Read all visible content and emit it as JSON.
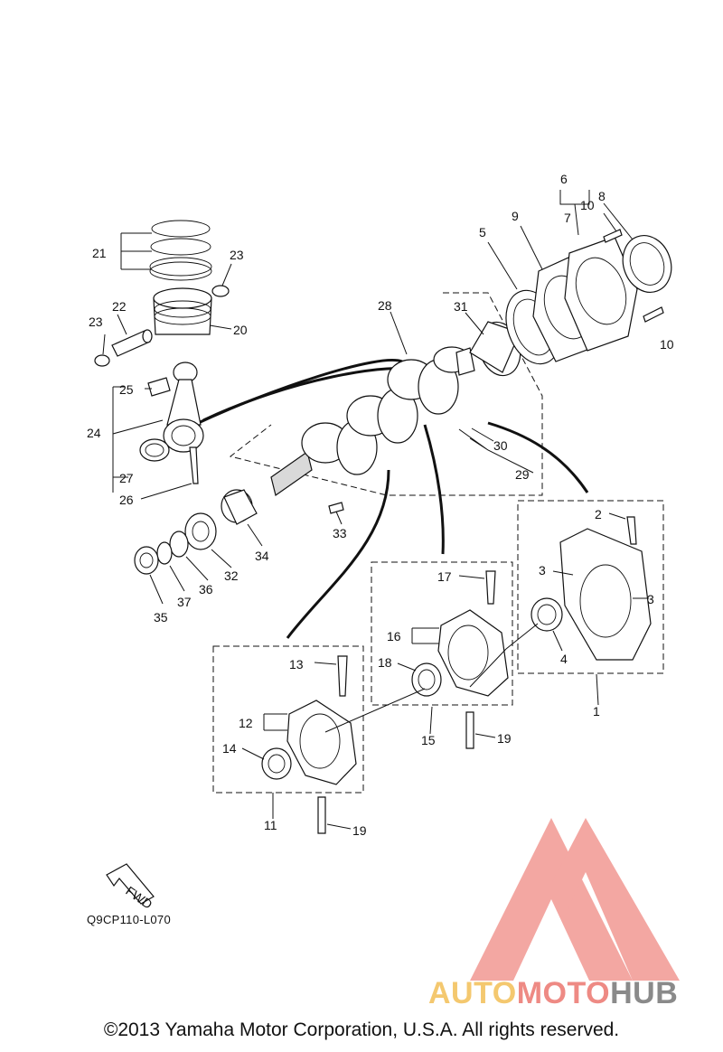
{
  "diagram": {
    "code": "Q9CP110-L070",
    "fwd_label": "FWD",
    "copyright": "©2013 Yamaha Motor Corporation, U.S.A. All rights reserved.",
    "callouts": [
      "1",
      "2",
      "3",
      "4",
      "5",
      "6",
      "7",
      "8",
      "9",
      "10",
      "11",
      "12",
      "13",
      "14",
      "15",
      "16",
      "17",
      "18",
      "19",
      "20",
      "21",
      "22",
      "23",
      "24",
      "25",
      "26",
      "27",
      "28",
      "29",
      "30",
      "31",
      "32",
      "33",
      "34",
      "35",
      "36",
      "37"
    ]
  },
  "watermark": {
    "part1": "AUTO",
    "part2": "MOTO",
    "part3": "HUB",
    "colors": {
      "auto": "#f4c86f",
      "moto": "#ee8a84",
      "hub": "#8a8a8a",
      "logo": "#f08a84"
    }
  }
}
